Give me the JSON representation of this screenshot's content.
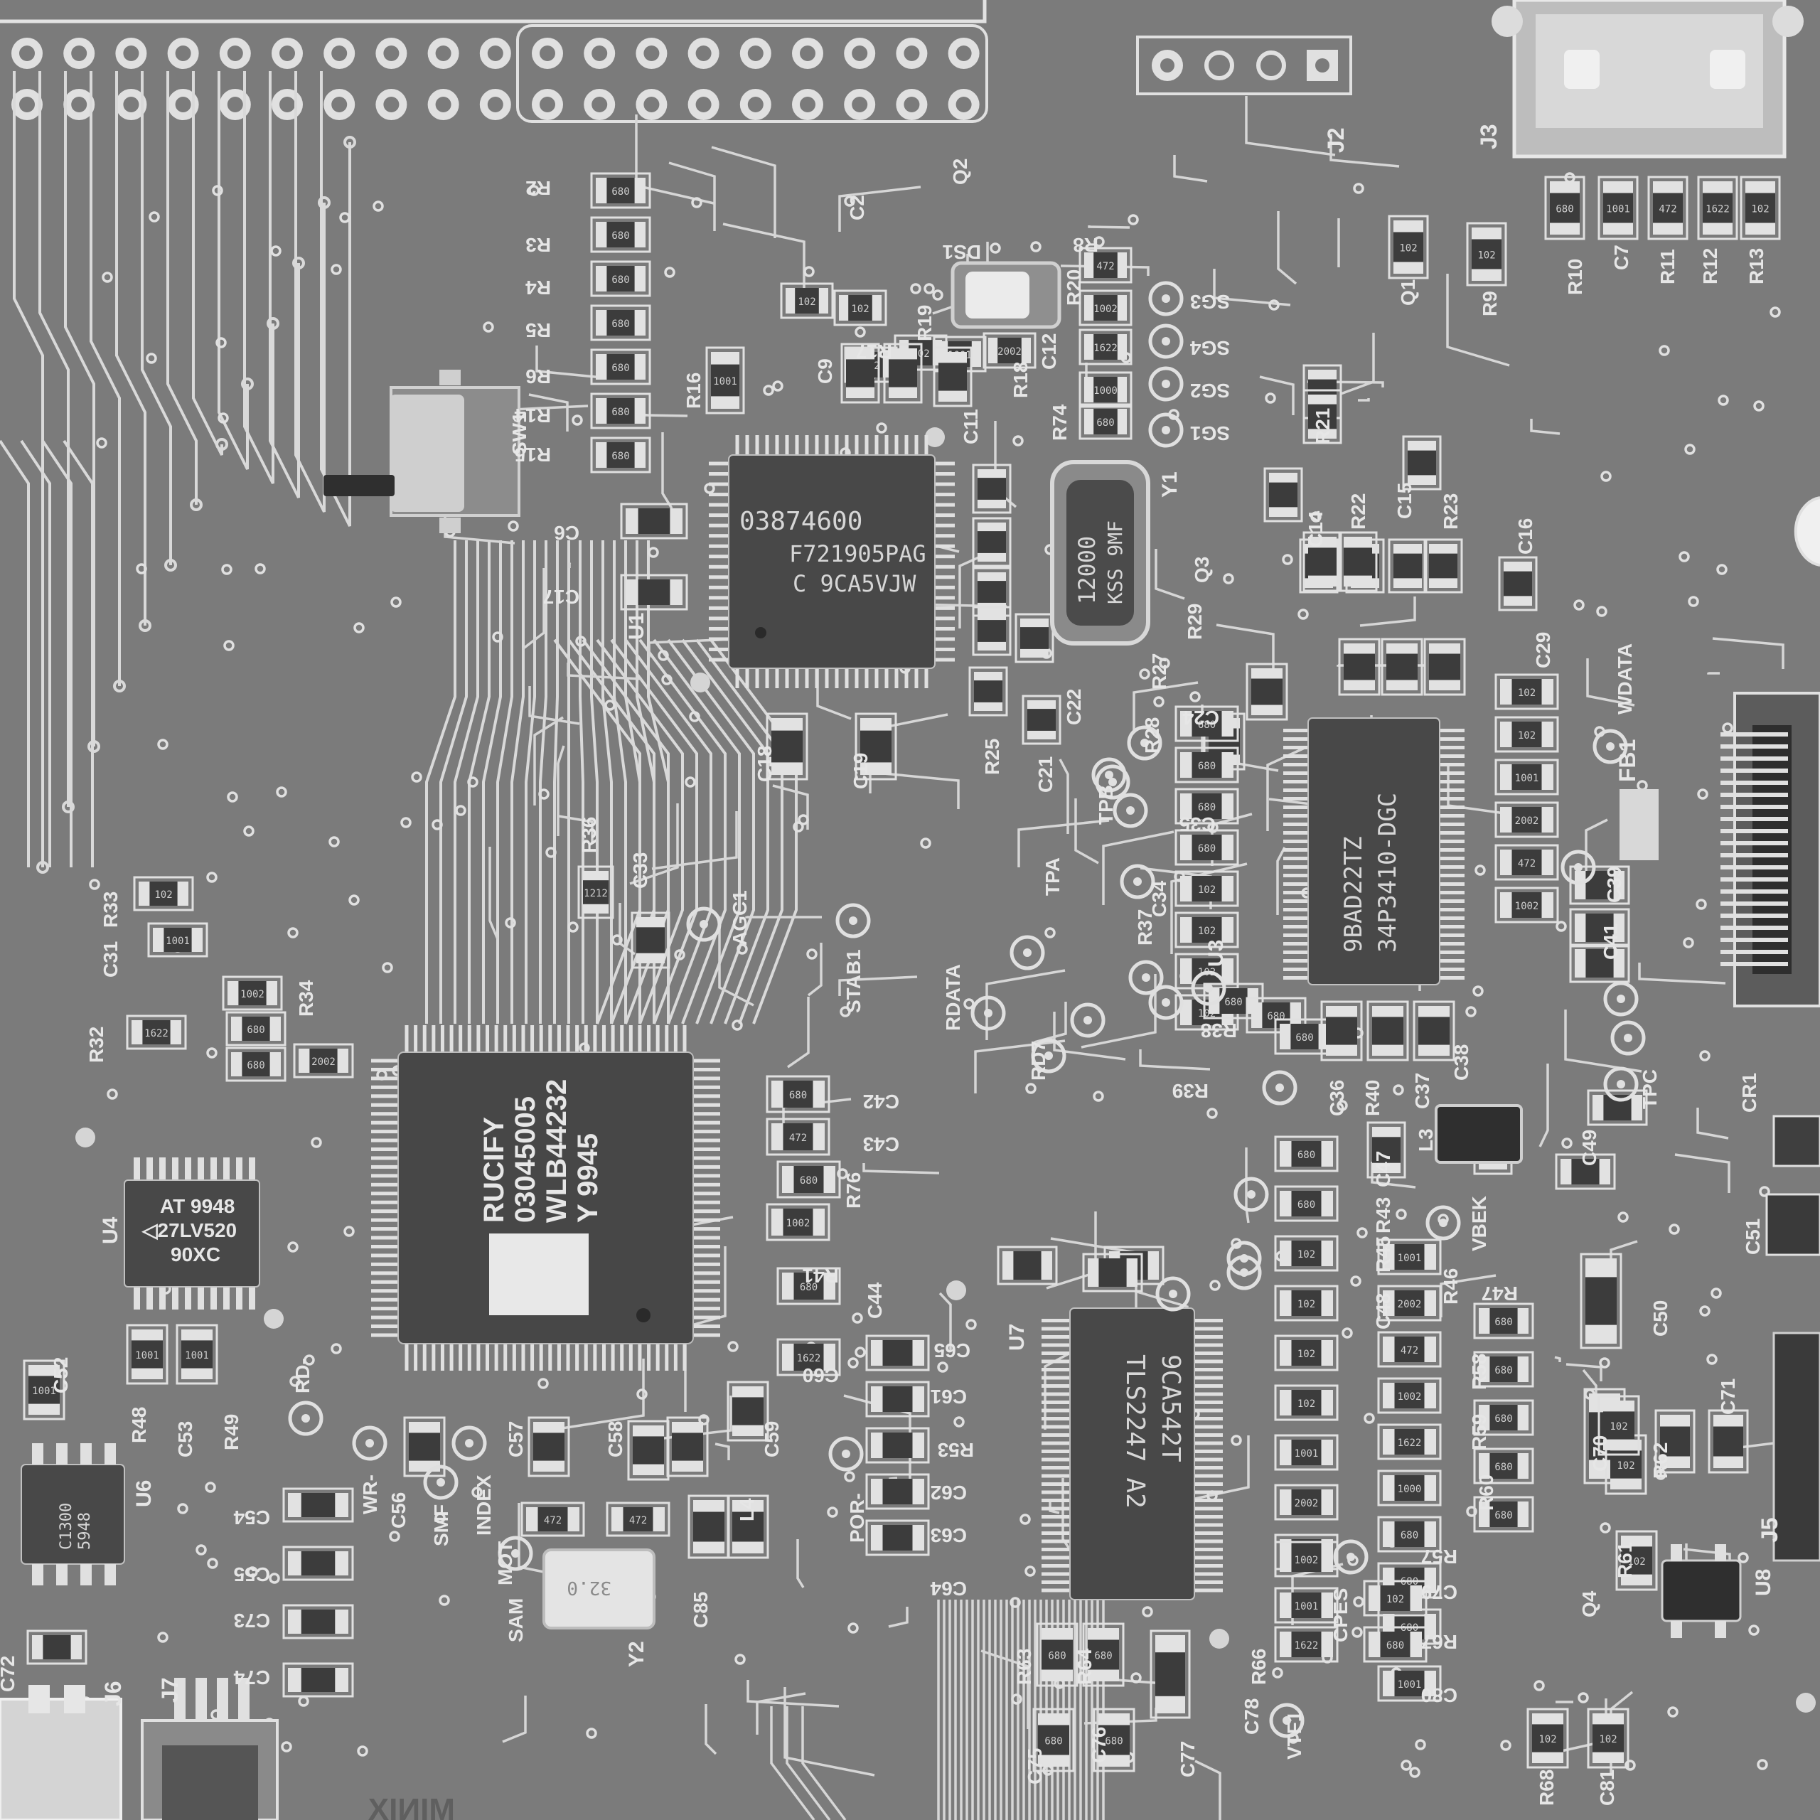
{
  "colors": {
    "board": "#7b7b7b",
    "trace": "#d9d9d9",
    "silkscreen": "#e6e6e6",
    "chip": "#4a4a4a",
    "chip_text": "#d6d6d6",
    "pad": "#e0e0e0"
  },
  "chips": {
    "u1": {
      "ref": "U1",
      "line1": "03874600",
      "line2": "F721905PAG",
      "line3": "C 9CA5VJW"
    },
    "main": {
      "line1": "RUCIFY",
      "line2": "03045005",
      "line3": "WLB44232",
      "line4": "Y 9945"
    },
    "u3": {
      "ref": "U3",
      "line1": "9BAD22TZ",
      "line2": "34P3410-DGC"
    },
    "u4": {
      "ref": "U4",
      "line1": "AT 9948",
      "line2": "◁27LV520",
      "line3": "90XC"
    },
    "u7": {
      "ref": "U7",
      "line1": "9CA542T",
      "line2": "TLS2247 A2"
    },
    "u6": {
      "ref": "U6",
      "line1": "C1300",
      "line2": "5948"
    },
    "y1": {
      "ref": "Y1",
      "line1": "12000",
      "line2": "KSS 9MF"
    },
    "y2": {
      "ref": "Y2",
      "line1": "32.0"
    },
    "u8": {
      "ref": "U8"
    }
  },
  "connectors": {
    "j2": "J2",
    "j3": "J3",
    "j5": "J5",
    "j6": "J6",
    "j7": "J7",
    "fb1": "FB1"
  },
  "labels": {
    "sw1": "SW1",
    "ds1": "DS1",
    "q1": "Q1",
    "q2": "Q2",
    "q3": "Q3",
    "q4": "Q4",
    "cr1": "CR1",
    "l3": "L3",
    "l4": "L4",
    "stab1": "STAB1",
    "rdata": "RDATA",
    "wdata": "WDATA",
    "agc1": "AGC1",
    "index": "INDEX",
    "mot": "MOT",
    "sam": "SAM",
    "smf": "SMF",
    "por": "POR-",
    "wr": "WR-",
    "rd": "RD-",
    "tpa": "TPA",
    "tpb": "TPB",
    "vbek": "VBEK",
    "tpc": "TPC",
    "vtf1": "VTF1",
    "cpes": "CPES",
    "r36": "R36",
    "c33": "C33",
    "r33": "R33",
    "c31": "C31",
    "r32": "R32",
    "r34": "R34",
    "c52": "C52",
    "r48": "R48",
    "c53": "C53",
    "r49": "R49",
    "c54": "C54",
    "c55": "C55",
    "c72": "C72",
    "c73": "C73",
    "c74": "C74",
    "c56": "C56",
    "c57": "C57",
    "c58": "C58",
    "c59": "C59",
    "c60": "C60",
    "c42": "C42",
    "c43": "C43",
    "r41": "R41",
    "c44": "C44",
    "c65": "C65",
    "c61": "C61",
    "c62": "C62",
    "c63": "C63",
    "c64": "C64",
    "r53": "R53",
    "c85": "C85",
    "c75": "C75",
    "c76": "C76",
    "c77": "C77",
    "c78": "C78",
    "r63": "R63",
    "r64": "R64",
    "r66": "R66",
    "c79": "C79",
    "c80": "C80",
    "r67": "R67",
    "r57": "R57",
    "r60": "R60",
    "r59": "R59",
    "r58": "R58",
    "r47": "R47",
    "c50": "C50",
    "c70": "C70",
    "c71": "C71",
    "r62": "R62",
    "r61": "R61",
    "r68": "R68",
    "c81": "C81",
    "c51": "C51",
    "c49": "C49",
    "r46": "R46",
    "r45": "R45",
    "r43": "R43",
    "c47": "C47",
    "c48": "C48",
    "r40": "R40",
    "c36": "C36",
    "c37": "C37",
    "c38": "C38",
    "r39": "R39",
    "r38": "R38",
    "c34": "C34",
    "r37": "R37",
    "c35": "C35",
    "c24": "C24",
    "c29": "C29",
    "r27": "R27",
    "r28": "R28",
    "r29": "R29",
    "c21": "C21",
    "c22": "C22",
    "r25": "R25",
    "c18": "C18",
    "c19": "C19",
    "c14": "C14",
    "c15": "C15",
    "c16": "C16",
    "r21": "R21",
    "r22": "R22",
    "r23": "R23",
    "c2": "C2",
    "c9": "C9",
    "c11": "C11",
    "c12": "C12",
    "r16": "R16",
    "r17": "R17",
    "r18": "R18",
    "r19": "R19",
    "r20": "R20",
    "r74": "R74",
    "r8": "R8",
    "r9": "R9",
    "c7": "C7",
    "r10": "R10",
    "r11": "R11",
    "r12": "R12",
    "r13": "R13",
    "r2": "R2",
    "r3": "R3",
    "r4": "R4",
    "r5": "R5",
    "r6": "R6",
    "r14": "R14",
    "r15": "R15",
    "c6": "C6",
    "c17": "C17",
    "c39": "C39",
    "c41": "C41",
    "rd7": "RD7",
    "r76": "R76",
    "sg1": "SG1",
    "sg2": "SG2",
    "sg3": "SG3",
    "sg4": "SG4"
  },
  "resistor_codes": [
    "680",
    "680",
    "680",
    "680",
    "680",
    "680",
    "680",
    "102",
    "102",
    "102",
    "102",
    "1001",
    "2002",
    "472",
    "1002",
    "1622",
    "1000"
  ],
  "bottom_mirror_text": "MINIX"
}
